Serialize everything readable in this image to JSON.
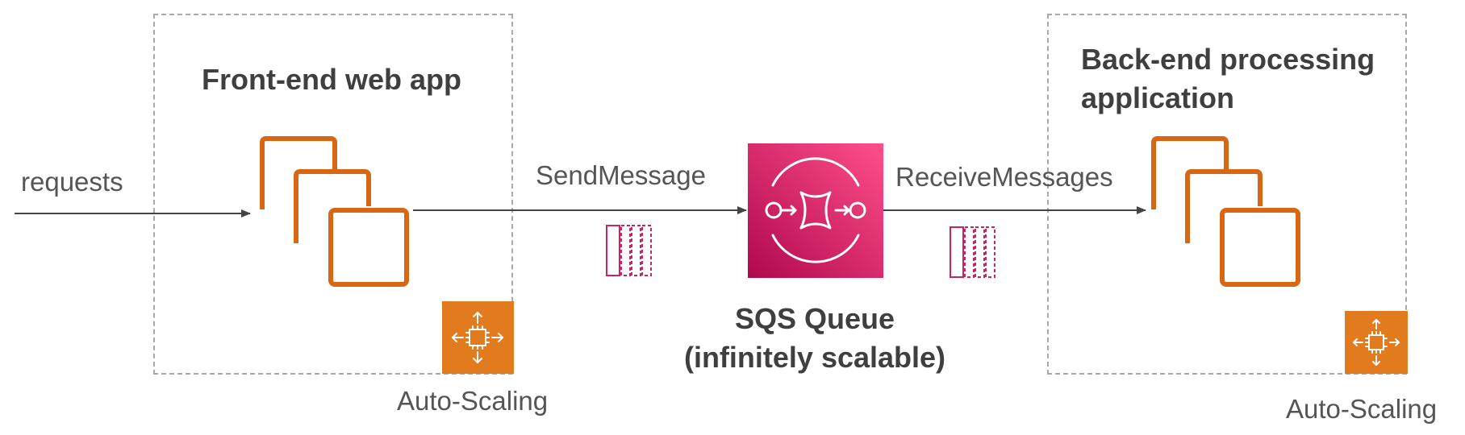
{
  "frontend": {
    "title": "Front-end web app",
    "scaling_label": "Auto-Scaling"
  },
  "backend": {
    "title_line1": "Back-end processing",
    "title_line2": "application",
    "scaling_label": "Auto-Scaling"
  },
  "flow": {
    "requests_label": "requests",
    "send_label": "SendMessage",
    "receive_label": "ReceiveMessages"
  },
  "queue": {
    "title_line1": "SQS Queue",
    "title_line2": "(infinitely scalable)"
  },
  "colors": {
    "ec2_orange": "#D86613",
    "autoscaling_bg": "#E27A1E",
    "sqs_pink": "#D6336C",
    "message_pink": "#CC2264",
    "arrow": "#444444",
    "dashed_border": "#A9A9A9"
  },
  "icons": [
    "ec2-instances-icon",
    "auto-scaling-icon",
    "sqs-queue-icon",
    "message-stack-icon"
  ]
}
